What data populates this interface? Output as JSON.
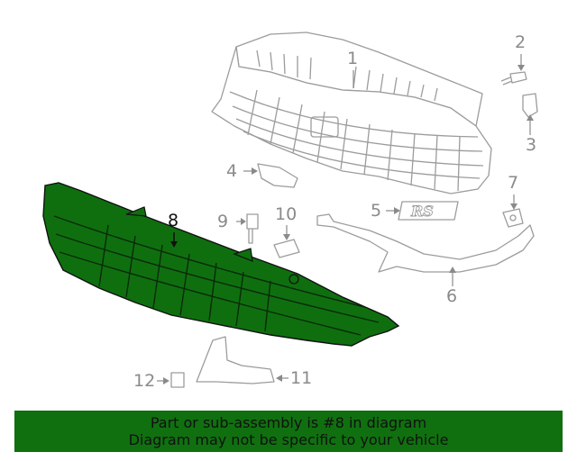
{
  "diagram": {
    "highlight_color": "#0f6f0f",
    "banner_color": "#107010",
    "highlighted_part": "8",
    "callouts": [
      {
        "id": "1",
        "label": "1"
      },
      {
        "id": "2",
        "label": "2"
      },
      {
        "id": "3",
        "label": "3"
      },
      {
        "id": "4",
        "label": "4"
      },
      {
        "id": "5",
        "label": "5"
      },
      {
        "id": "6",
        "label": "6"
      },
      {
        "id": "7",
        "label": "7"
      },
      {
        "id": "8",
        "label": "8"
      },
      {
        "id": "9",
        "label": "9"
      },
      {
        "id": "10",
        "label": "10"
      },
      {
        "id": "11",
        "label": "11"
      },
      {
        "id": "12",
        "label": "12"
      }
    ]
  },
  "banner": {
    "line1": "Part or sub-assembly is #8 in diagram",
    "line2": "Diagram may not be specific to your vehicle"
  }
}
